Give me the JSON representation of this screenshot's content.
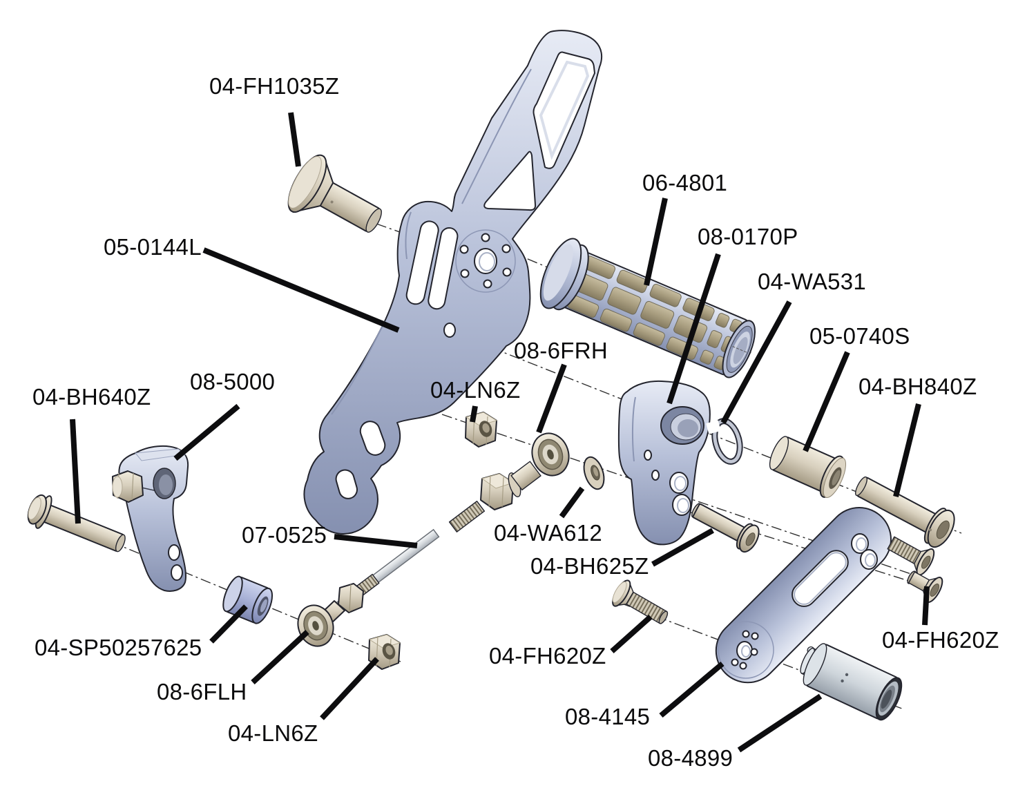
{
  "diagram": {
    "type": "exploded-parts-diagram",
    "subject": "rearset-assembly",
    "background": "#ffffff",
    "colors": {
      "aluminum": "#b8c1d9",
      "hardware_tan": "#d8d0be",
      "rubber_pad": "#a89d7f",
      "spacer_blue": "#a7b0d6",
      "steel_rod": "#d6dade",
      "sleeve_grey": "#ced5db",
      "callout_line": "#0d0d0f",
      "text": "#0b0b0c"
    },
    "callouts": [
      {
        "id": "fh1035z",
        "label": "04-FH1035Z"
      },
      {
        "id": "p0144l",
        "label": "05-0144L"
      },
      {
        "id": "p4801",
        "label": "06-4801"
      },
      {
        "id": "p0170p",
        "label": "08-0170P"
      },
      {
        "id": "wa531",
        "label": "04-WA531"
      },
      {
        "id": "p0740s",
        "label": "05-0740S"
      },
      {
        "id": "bh840z",
        "label": "04-BH840Z"
      },
      {
        "id": "p6frh",
        "label": "08-6FRH"
      },
      {
        "id": "ln6z_u",
        "label": "04-LN6Z"
      },
      {
        "id": "p0525",
        "label": "07-0525"
      },
      {
        "id": "wa612",
        "label": "04-WA612"
      },
      {
        "id": "bh625z",
        "label": "04-BH625Z"
      },
      {
        "id": "bh640z",
        "label": "04-BH640Z"
      },
      {
        "id": "p5000",
        "label": "08-5000"
      },
      {
        "id": "sp50257625",
        "label": "04-SP50257625"
      },
      {
        "id": "p6flh",
        "label": "08-6FLH"
      },
      {
        "id": "ln6z_l",
        "label": "04-LN6Z"
      },
      {
        "id": "fh620z_l",
        "label": "04-FH620Z"
      },
      {
        "id": "p4145",
        "label": "08-4145"
      },
      {
        "id": "p4899",
        "label": "08-4899"
      },
      {
        "id": "fh620z_r",
        "label": "04-FH620Z"
      }
    ]
  }
}
